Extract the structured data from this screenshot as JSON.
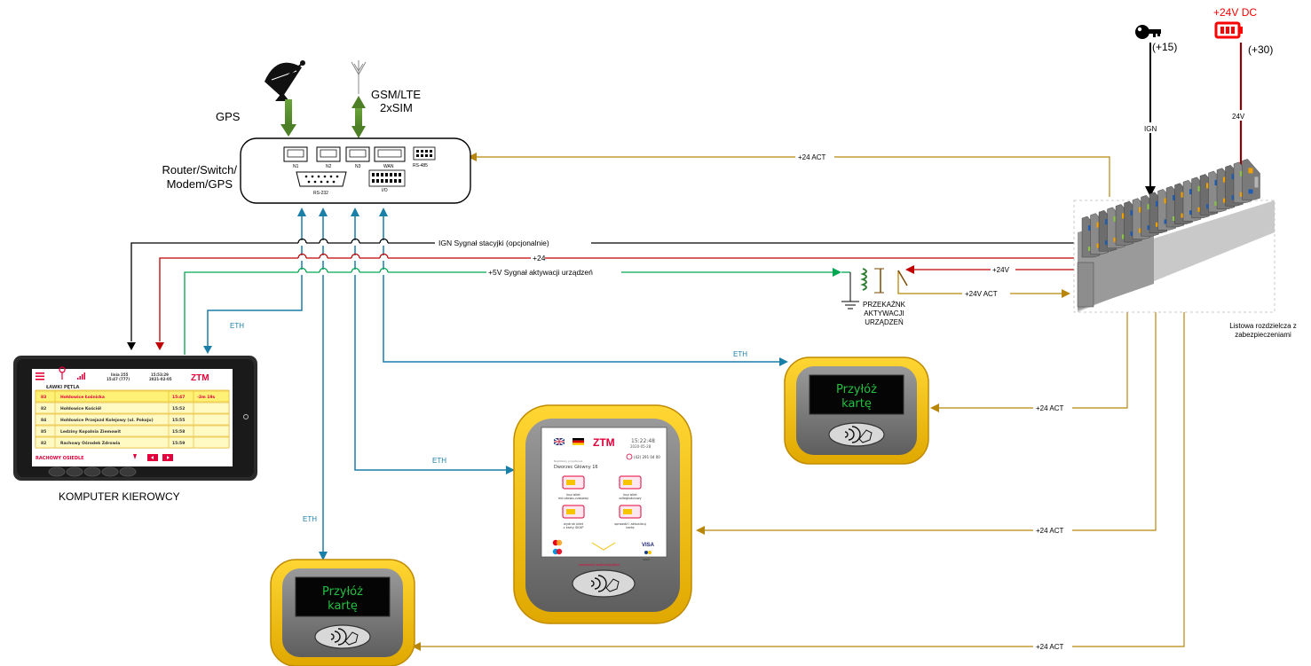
{
  "labels": {
    "gps": "GPS",
    "gsm_line1": "GSM/LTE",
    "gsm_line2": "2xSIM",
    "router_line1": "Router/Switch/",
    "router_line2": "Modem/GPS",
    "key_plus15": "(+15)",
    "battery_title": "+24V DC",
    "battery_plus30": "(+30)",
    "ign": "IGN",
    "v24": "24V",
    "act_top": "+24 ACT",
    "ign_signal": "IGN  Sygnał stacyjki (opcjonalnie)",
    "plus24": "+24",
    "plus5": "+5V Sygnał aktywacji urządzeń",
    "relay_24v": "+24V",
    "relay_24v_act": "+24V ACT",
    "relay_line1": "PRZEKAŹNK",
    "relay_line2": "AKTYWACJI",
    "relay_line3": "URZĄDZEŃ",
    "dist_line1": "Listowa rozdzielcza z",
    "dist_line2": "zabezpieczeniami",
    "eth": "ETH",
    "act_v1": "+24 ACT",
    "act_v2": "+24 ACT",
    "act_v3": "+24 ACT",
    "driver_computer": "KOMPUTER KIEROWCY"
  },
  "router": {
    "ports": [
      "N1",
      "N2",
      "N3",
      "WAN"
    ],
    "rs485": "RS-485",
    "rs232": "RS-232",
    "io": "I/O"
  },
  "validator": {
    "screen_line1": "Przyłóż",
    "screen_line2": "kartę"
  },
  "ticket_machine": {
    "brand": "ZTM",
    "time": "15:22:48",
    "date": "2020-05-28",
    "phone": "(42) 291 04 00",
    "stop_caption": "Najbliższy przystanek",
    "stop": "Dworzec Główny 16",
    "tiles": [
      {
        "line1": "kup bilet",
        "line2": "minutowo-czasowy"
      },
      {
        "line1": "kup bilet",
        "line2": "odległościowy"
      },
      {
        "line1": "wydruk bilet",
        "line2": "z karty ŚKUP"
      },
      {
        "line1": "sprawdź i aktualizuj",
        "line2": "kartę"
      }
    ],
    "visa": "VISA",
    "skup": "ŚKUP",
    "footer": "zarejestruj wejście/wyjście"
  },
  "driver_tablet": {
    "line_no": "linia 255",
    "course_time": "15:47 (777)",
    "clock": "15:53:29",
    "date": "2021-02-05",
    "brand": "ZTM",
    "header": "ŁAWKI PĘTLA",
    "rows": [
      {
        "num": "83",
        "stop": "Hołdowice Łośnicka",
        "time": "15:47",
        "extra": "-2m 19s"
      },
      {
        "num": "82",
        "stop": "Hołdowice Kościół",
        "time": "15:52",
        "extra": ""
      },
      {
        "num": "84",
        "stop": "Hołdowice Przejazd Kolejowy (ul. Pokoju)",
        "time": "15:55",
        "extra": ""
      },
      {
        "num": "85",
        "stop": "Ledziny Kopalnia Ziemowit",
        "time": "15:58",
        "extra": ""
      },
      {
        "num": "82",
        "stop": "Rachowy Ośrodek Zdrowia",
        "time": "15:59",
        "extra": ""
      }
    ],
    "footer": "RACHOWY OSIEDLE"
  },
  "colors": {
    "ign_wire": "#000000",
    "power_wire": "#c00000",
    "signal_wire": "#00a650",
    "eth_wire": "#1a7fa8",
    "act_wire": "#b8860b",
    "validator_shell": "#f6c400",
    "validator_face": "#7a7a7a",
    "battery_red": "#ff0000",
    "brand_red": "#e4003a",
    "screen_text": "#22c040"
  }
}
